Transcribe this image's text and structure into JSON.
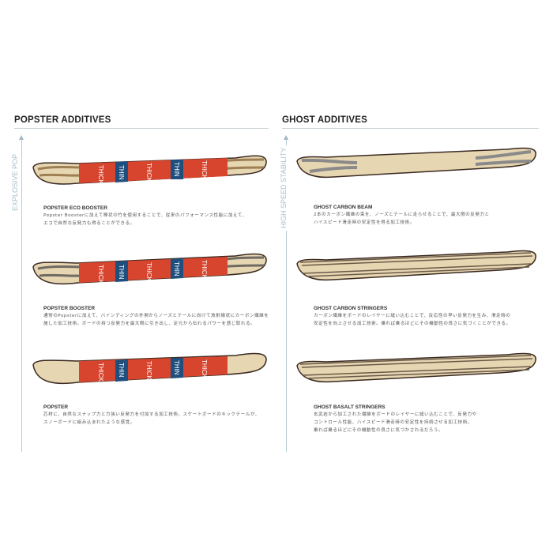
{
  "left": {
    "heading": "POPSTER ADDITIVES",
    "axis_label": "EXPLOSIVE POP",
    "band_labels": {
      "thick": "THICK",
      "thin": "THIN"
    },
    "items": [
      {
        "title": "POPSTER ECO BOOSTER",
        "lines": [
          "Popster Boosterに加えて棒状の竹を使用することで、従来のパフォーマンス性能に加えて、",
          "エコで自然な反発力も得ることができる。"
        ]
      },
      {
        "title": "POPSTER BOOSTER",
        "lines": [
          "通常のPopsterに加えて、バインディングの外側からノーズとテールに向けて放射線状にカーボン繊維を",
          "施した加工技術。ボードの持つ反発力を最大限に引き出し、足元から伝わるパワーを感じ取れる。"
        ]
      },
      {
        "title": "POPSTER",
        "lines": [
          "芯材に、自然なスナップ力と力強い反発力を付加する加工技術。スケートボードのキックテールが、",
          "スノーボードに組み込まれたような感覚。"
        ]
      }
    ]
  },
  "right": {
    "heading": "GHOST ADDITIVES",
    "axis_label": "HIGH SPEED STABILITY",
    "items": [
      {
        "title": "GHOST CARBON BEAM",
        "lines": [
          "2本のカーボン繊維の束を、ノーズとテールに走らせることで、最大限の反発力と",
          "ハイスピード滑走時の安定性を得る加工技術。"
        ]
      },
      {
        "title": "GHOST CARBON STRINGERS",
        "lines": [
          "カーボン繊維をボードのレイヤーに縫い込むことで、反応性の早い反発力を生み、滑走時の",
          "安定性を向上させる加工技術。乗れば乗るほどにその機動性の良さに気づくことができる。"
        ]
      },
      {
        "title": "GHOST BASALT STRINGERS",
        "lines": [
          "玄武岩から加工された繊維をボードのレイヤーに縫い込むことで、反発力や",
          "コントロール性能、ハイスピード滑走時の安定性を持続させる加工技術。",
          "乗れば乗るほどにその機動性の良さに気づかされるだろう。"
        ]
      }
    ]
  },
  "colors": {
    "red": "#d8452f",
    "blue": "#1f4f7e",
    "wood": "#e7d6b2",
    "carbon": "#8a8a8a"
  }
}
